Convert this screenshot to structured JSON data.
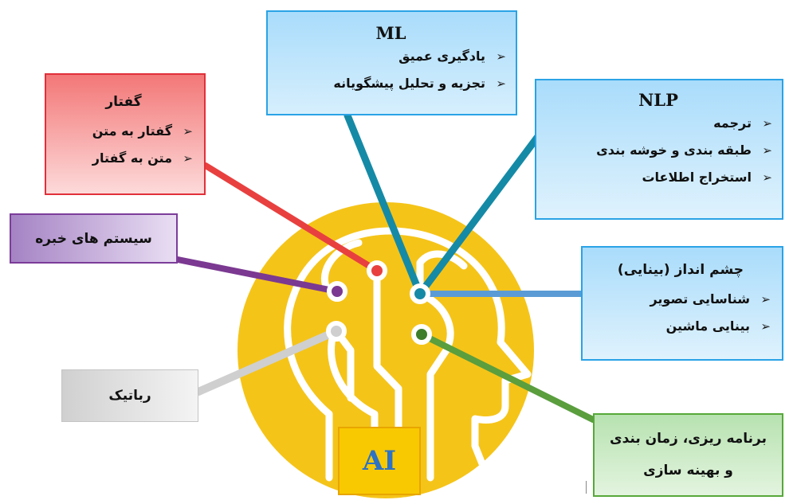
{
  "center_label": "AI",
  "colors": {
    "head": "#f5c419",
    "head_lines": "#ffffff",
    "ml": "#158aa6",
    "nlp": "#158aa6",
    "speech": "#e8403f",
    "expert": "#7b3991",
    "vision": "#5b9bd5",
    "robotics": "#cfcfcf",
    "planning": "#5a9e3e"
  },
  "boxes": {
    "ml": {
      "title": "ML",
      "items": [
        "یادگیری عمیق",
        "تجزیه و تحلیل پیشگویانه"
      ]
    },
    "nlp": {
      "title": "NLP",
      "items": [
        "ترجمه",
        "طبقه بندی و خوشه بندی",
        "استخراج اطلاعات"
      ]
    },
    "speech": {
      "title": "گفتار",
      "items": [
        "گفتار به متن",
        "متن به گفتار"
      ]
    },
    "expert": {
      "title": "سیستم های خبره"
    },
    "vision": {
      "title": "چشم انداز (بینایی)",
      "items": [
        "شناسایی تصویر",
        "بینایی ماشین"
      ]
    },
    "robotics": {
      "title": "رباتیک"
    },
    "planning": {
      "line1": "برنامه ریزی، زمان بندی",
      "line2": "و بهینه سازی"
    }
  }
}
